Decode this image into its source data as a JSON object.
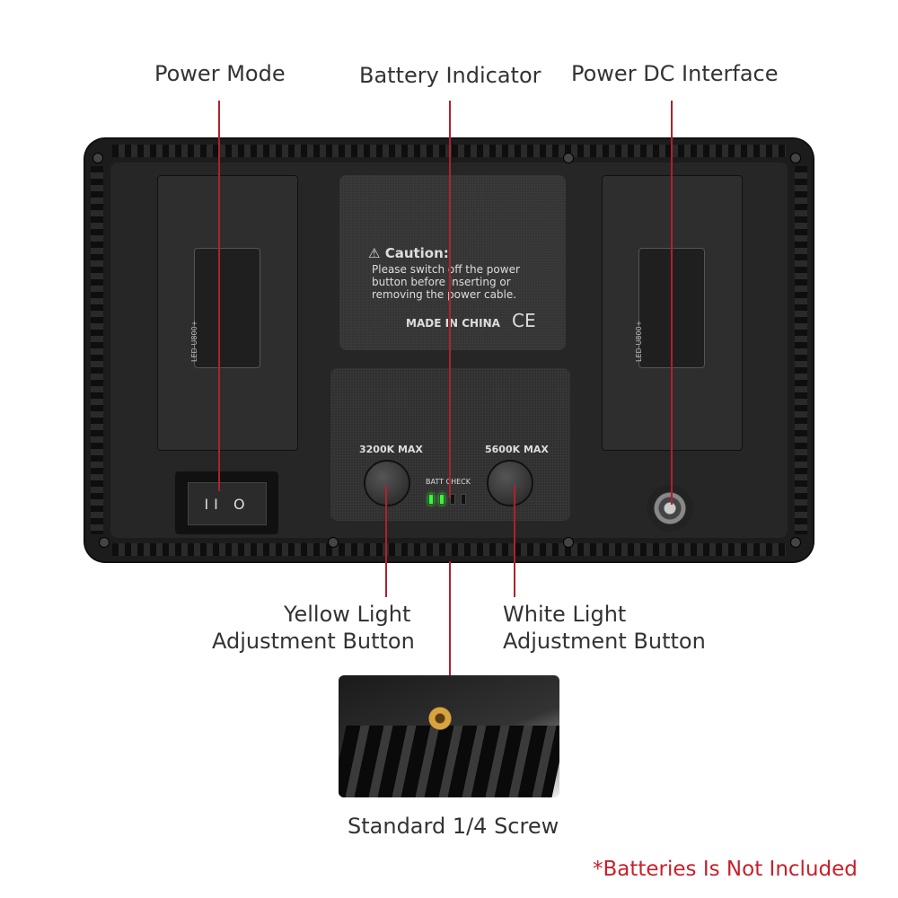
{
  "labels": {
    "power_mode": "Power Mode",
    "battery_indicator": "Battery Indicator",
    "power_dc_interface": "Power DC Interface",
    "yellow_light_1": "Yellow Light",
    "yellow_light_2": "Adjustment Button",
    "white_light_1": "White Light",
    "white_light_2": "Adjustment Button",
    "screw": "Standard 1/4 Screw",
    "note": "*Batteries Is Not Included"
  },
  "panel": {
    "caution_title": "Caution:",
    "caution_line1": "Please switch off the power",
    "caution_line2": "button before inserting or",
    "caution_line3": "removing the power cable.",
    "made_in": "MADE IN CHINA",
    "ce_mark": "CE",
    "knob_left_label": "3200K  MAX",
    "knob_right_label": "5600K  MAX",
    "batt_check": "BATT CHECK",
    "battery_level_leds_on": 2,
    "battery_level_leds_total": 4,
    "switch_symbols": "II O",
    "plate_model": "LED-U800+"
  },
  "colors": {
    "callout_line": "#b0202c",
    "note": "#c8202a",
    "led_on": "#33ff33"
  }
}
